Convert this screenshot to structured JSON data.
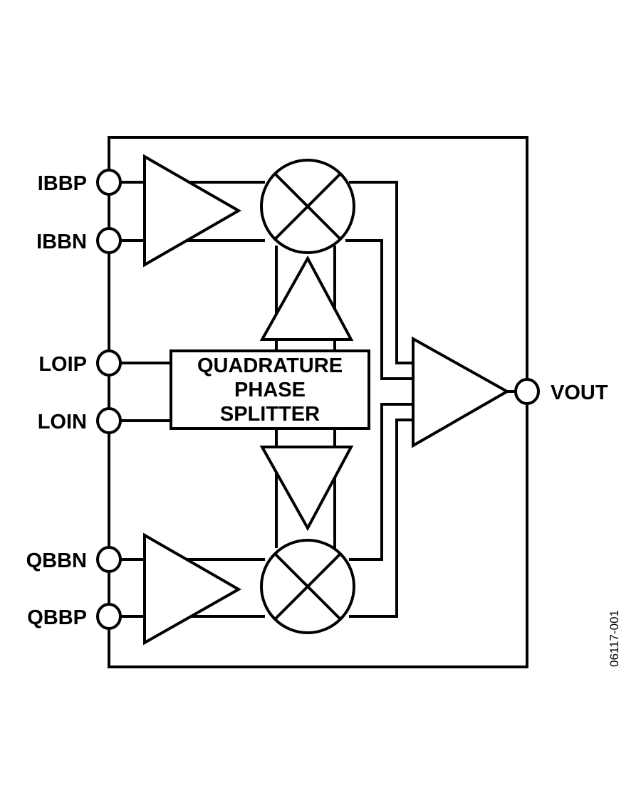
{
  "pins": {
    "ibbp": "IBBP",
    "ibbn": "IBBN",
    "loip": "LOIP",
    "loin": "LOIN",
    "qbbn": "QBBN",
    "qbbp": "QBBP",
    "vout": "VOUT"
  },
  "splitter": {
    "line1": "QUADRATURE",
    "line2": "PHASE",
    "line3": "SPLITTER"
  },
  "figure_id": "06117-001"
}
